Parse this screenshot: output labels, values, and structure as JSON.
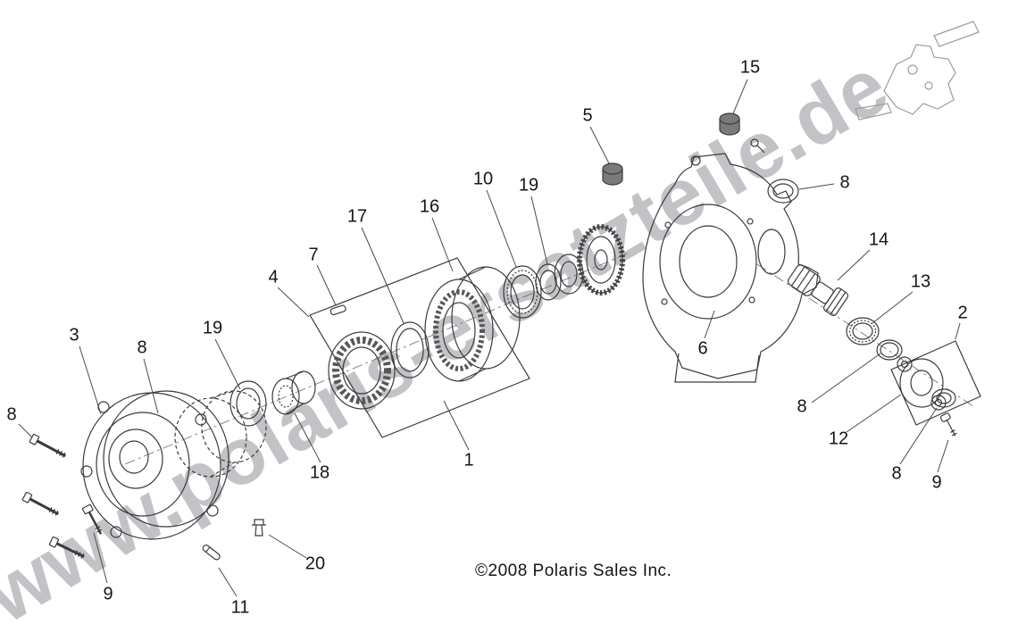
{
  "watermark": {
    "text": "www.polaris-ersatzteile.de"
  },
  "footer": {
    "copyright": "©2008  Polaris Sales Inc."
  },
  "callouts": [
    "15",
    "5",
    "8",
    "10",
    "19",
    "17",
    "16",
    "14",
    "7",
    "4",
    "13",
    "2",
    "3",
    "8",
    "19",
    "6",
    "8",
    "8",
    "12",
    "18",
    "1",
    "8",
    "9",
    "9",
    "11",
    "20"
  ]
}
